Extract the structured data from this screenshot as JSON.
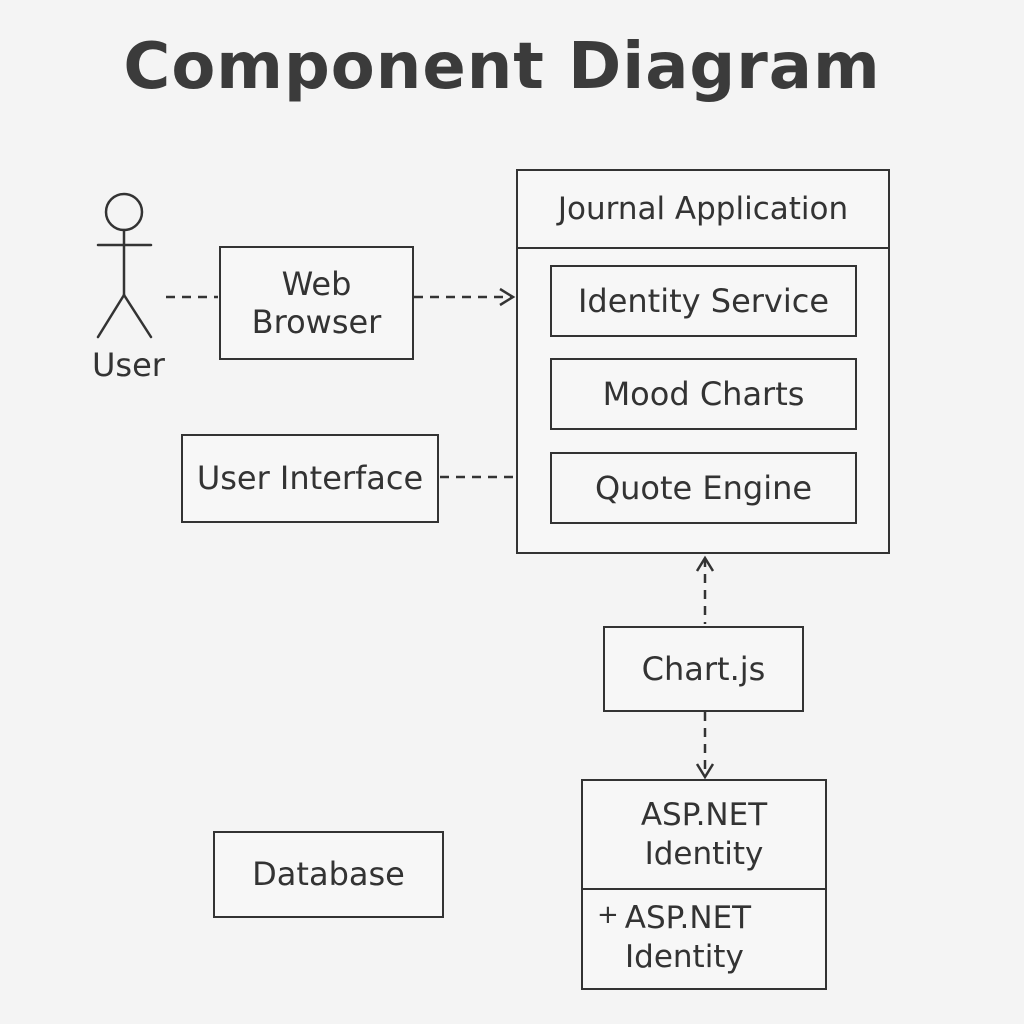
{
  "diagram": {
    "title": "Component Diagram",
    "actor": {
      "label": "User"
    },
    "web_browser": {
      "line1": "Web",
      "line2": "Browser"
    },
    "user_interface": {
      "label": "User Interface"
    },
    "journal_app": {
      "title": "Journal Application",
      "components": [
        "Identity Service",
        "Mood Charts",
        "Quote Engine"
      ]
    },
    "chartjs": {
      "label": "Chart.js"
    },
    "aspnet_identity": {
      "line1": "ASP.NET",
      "line2": "Identity",
      "member_prefix": "+",
      "member_line1": "ASP.NET",
      "member_line2": "Identity"
    },
    "database": {
      "label": "Database"
    }
  },
  "colors": {
    "background": "#f4f4f4",
    "stroke": "#333333",
    "text": "#333333"
  }
}
